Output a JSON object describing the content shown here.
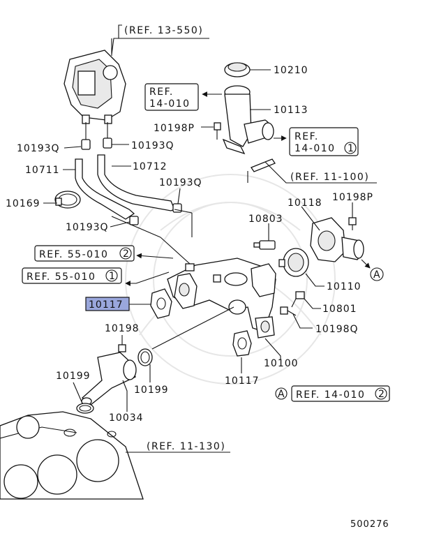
{
  "refs": {
    "r13_550": "(REF. 13-550)",
    "r14_010": "REF.",
    "r14_010b": "14-010",
    "r14_010_1a": "REF.",
    "r14_010_1b": "14-010",
    "r14_010_1n": "1",
    "r11_100": "(REF. 11-100)",
    "r55_010_2": "REF. 55-010",
    "r55_010_2n": "2",
    "r55_010_1": "REF. 55-010",
    "r55_010_1n": "1",
    "r14_010_2": "REF. 14-010",
    "r14_010_2n": "2",
    "r11_130": "(REF. 11-130)",
    "a_marker": "A"
  },
  "parts": {
    "p10210": "10210",
    "p10113": "10113",
    "p10198P_top": "10198P",
    "p10193Q_left": "10193Q",
    "p10193Q_mid": "10193Q",
    "p10711": "10711",
    "p10712": "10712",
    "p10193Q_right": "10193Q",
    "p10169": "10169",
    "p10193Q_low": "10193Q",
    "p10118": "10118",
    "p10198P_right": "10198P",
    "p10803": "10803",
    "p10110": "10110",
    "p10117_sel": "10117",
    "p10801": "10801",
    "p10198Q": "10198Q",
    "p10198": "10198",
    "p10100": "10100",
    "p10199_left": "10199",
    "p10199_mid": "10199",
    "p10117": "10117",
    "p10034": "10034"
  },
  "diagram_id": "500276"
}
